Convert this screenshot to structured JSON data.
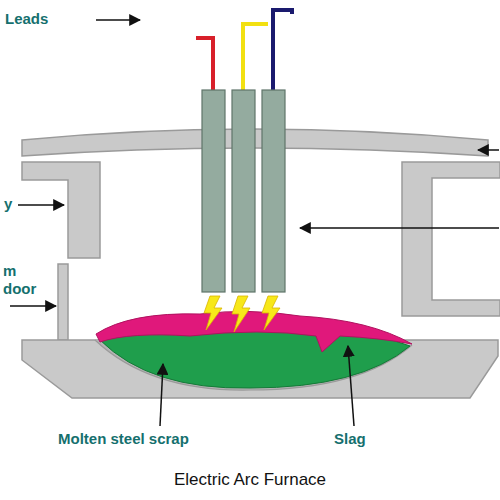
{
  "diagram": {
    "caption": "Electric Arc Furnace",
    "labels": [
      "Leads",
      "y",
      "m door",
      "Molten steel scrap",
      "Slag"
    ]
  }
}
